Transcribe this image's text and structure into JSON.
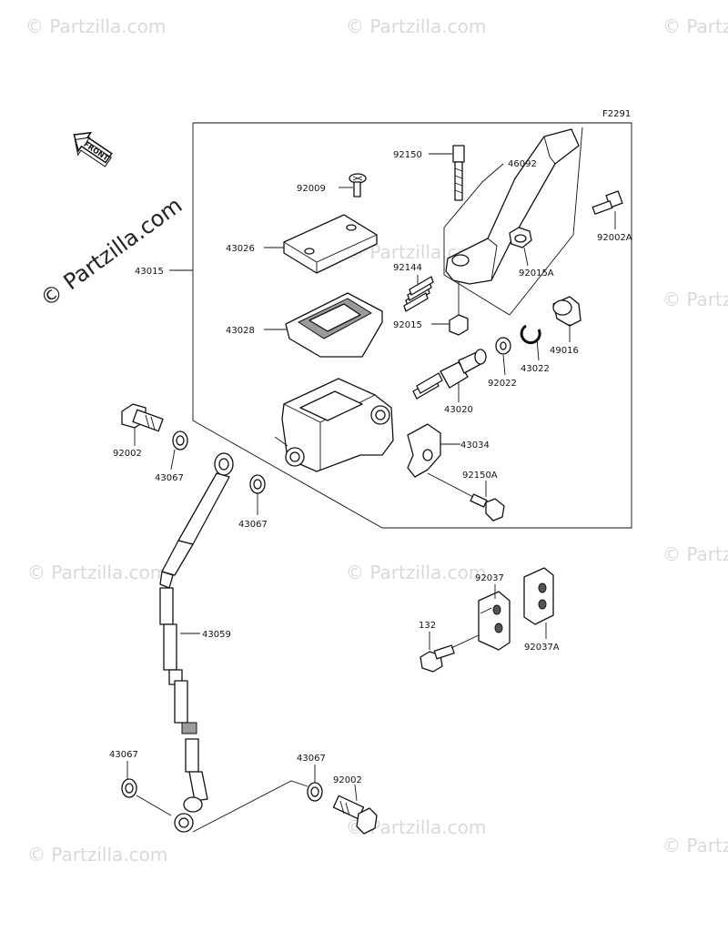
{
  "figure_code": "F2291",
  "front_badge": "FRONT",
  "watermark_text": "© Partzilla.com",
  "brand_watermark": "© Partzilla.com",
  "parts": {
    "p92150": "92150",
    "p46092": "46092",
    "p92009": "92009",
    "p92002A": "92002A",
    "p43026": "43026",
    "p92144": "92144",
    "p43015": "43015",
    "p92015A": "92015A",
    "p43028": "43028",
    "p92015": "92015",
    "p49016": "49016",
    "p43022": "43022",
    "p92022": "92022",
    "p43020": "43020",
    "p92002_top": "92002",
    "p43034": "43034",
    "p43067_a": "43067",
    "p92150A": "92150A",
    "p43067_b": "43067",
    "p92037": "92037",
    "p43059": "43059",
    "p132": "132",
    "p92037A": "92037A",
    "p43067_c": "43067",
    "p43067_d": "43067",
    "p92002_bottom": "92002"
  }
}
